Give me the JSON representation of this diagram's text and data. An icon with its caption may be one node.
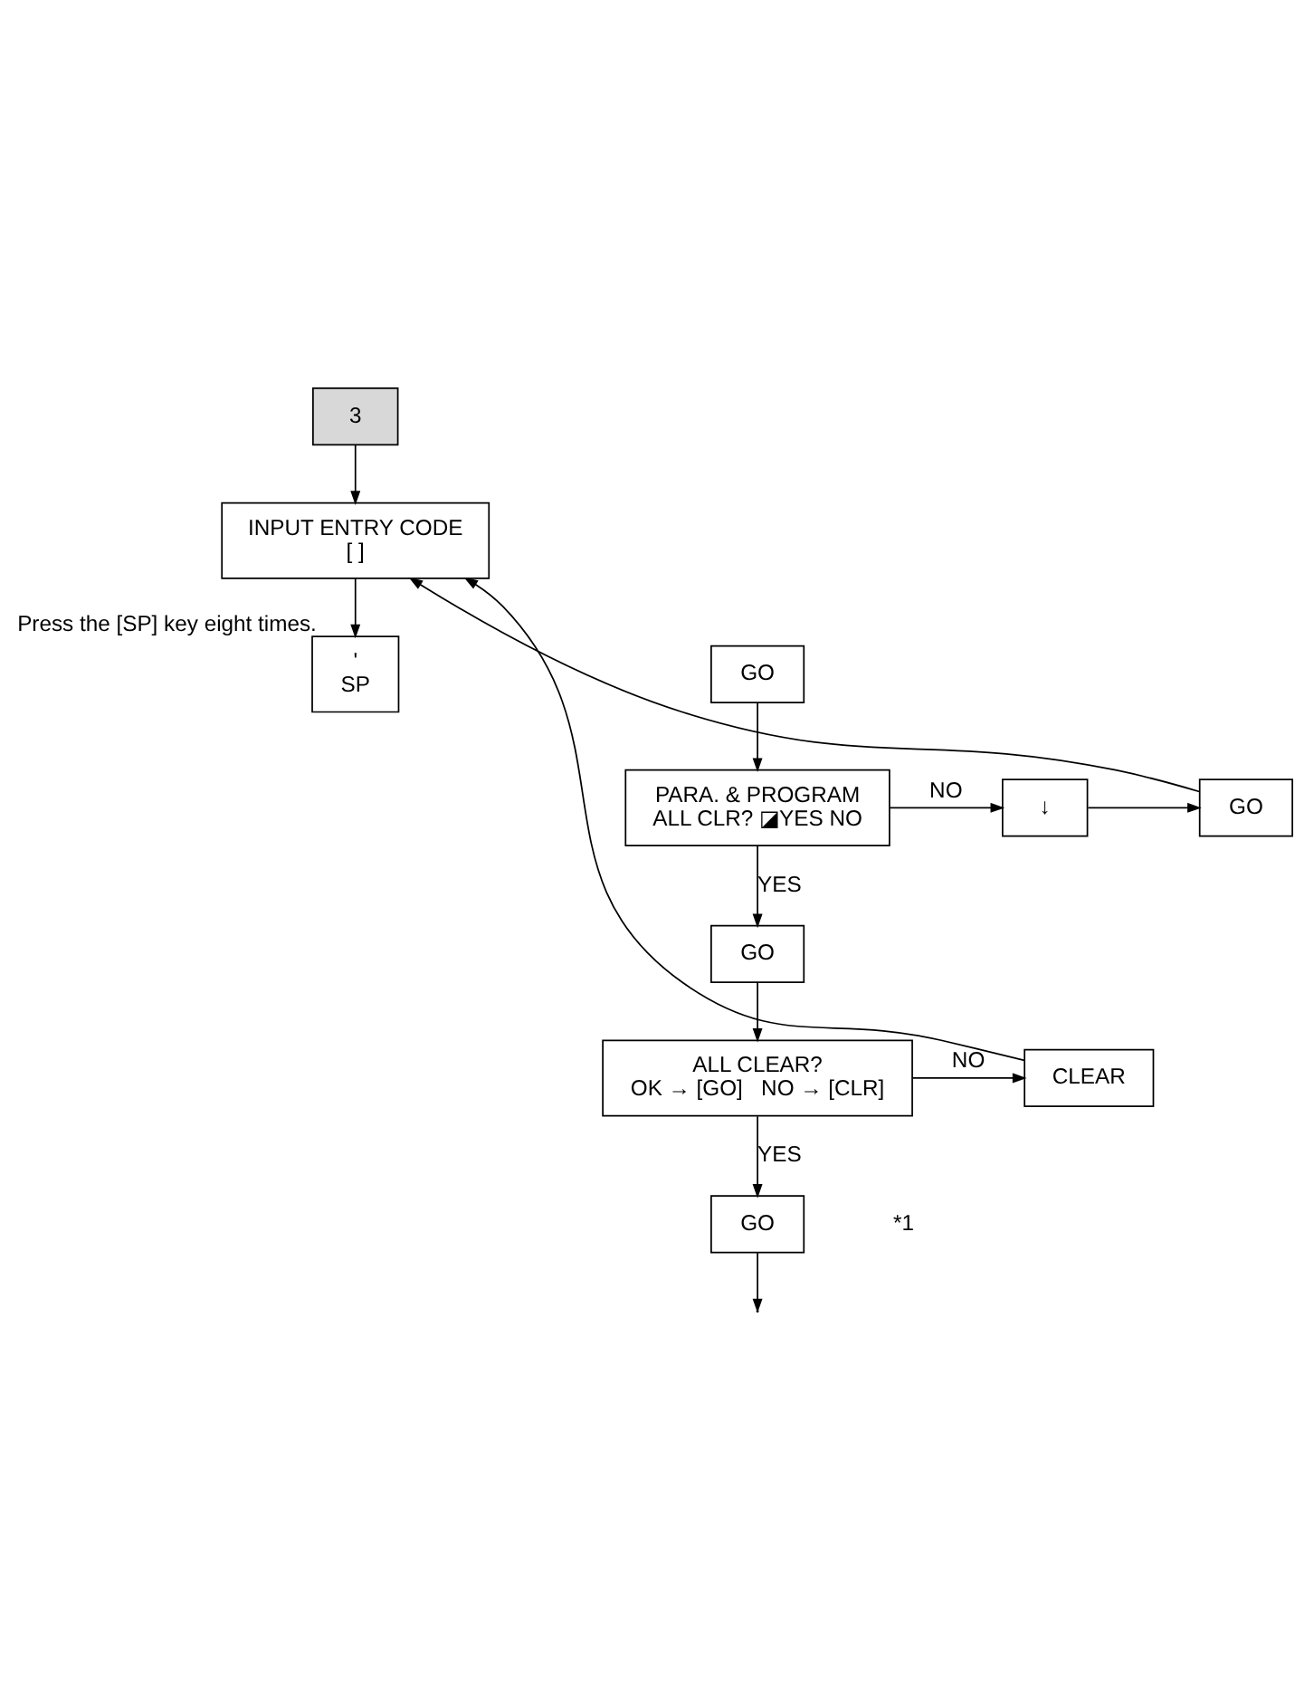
{
  "diagram": {
    "nodes": [
      {
        "text": [
          "3"
        ]
      },
      {
        "text": [
          "INPUT ENTRY CODE",
          "[ ]"
        ]
      },
      {
        "text": [
          "'",
          "SP"
        ],
        "beside": [
          "Press the [SP] key eight times."
        ]
      },
      {
        "text": [
          "GO"
        ]
      },
      {
        "text": [
          "PARA. & PROGRAM",
          "ALL CLR? ◪YES NO"
        ]
      },
      {
        "text": [
          "↓"
        ]
      },
      {
        "text": [
          "GO"
        ]
      },
      {
        "text": [
          "GO"
        ]
      },
      {
        "text": [
          "ALL CLEAR?",
          "OK → [GO]   NO → [CLR]"
        ]
      },
      {
        "text": [
          "CLEAR"
        ]
      },
      {
        "text": [
          "GO"
        ]
      }
    ],
    "edges": [
      {
        "from": 0,
        "to": 1,
        "arrow": "to"
      },
      {
        "from": 1,
        "to": 2,
        "arrow": "to"
      },
      {
        "from": 3,
        "to": 4,
        "arrow": "to"
      },
      {
        "from": 4,
        "to": 5,
        "arrow": "to",
        "label": "NO"
      },
      {
        "from": 5,
        "to": 6,
        "arrow": "to"
      },
      {
        "from": 6,
        "to": 1,
        "arrow": "to"
      },
      {
        "from": 4,
        "to": 7,
        "arrow": "to",
        "label": "YES"
      },
      {
        "from": 7,
        "to": 8,
        "arrow": "to"
      },
      {
        "from": 8,
        "to": 9,
        "arrow": "to",
        "label": "NO"
      },
      {
        "from": 9,
        "to": 1,
        "arrow": "to"
      },
      {
        "from": 8,
        "to": 10,
        "arrow": "to",
        "label": "YES"
      },
      {
        "from": 10,
        "to": null,
        "arrow": "to"
      }
    ],
    "labels": [
      "*1"
    ]
  }
}
